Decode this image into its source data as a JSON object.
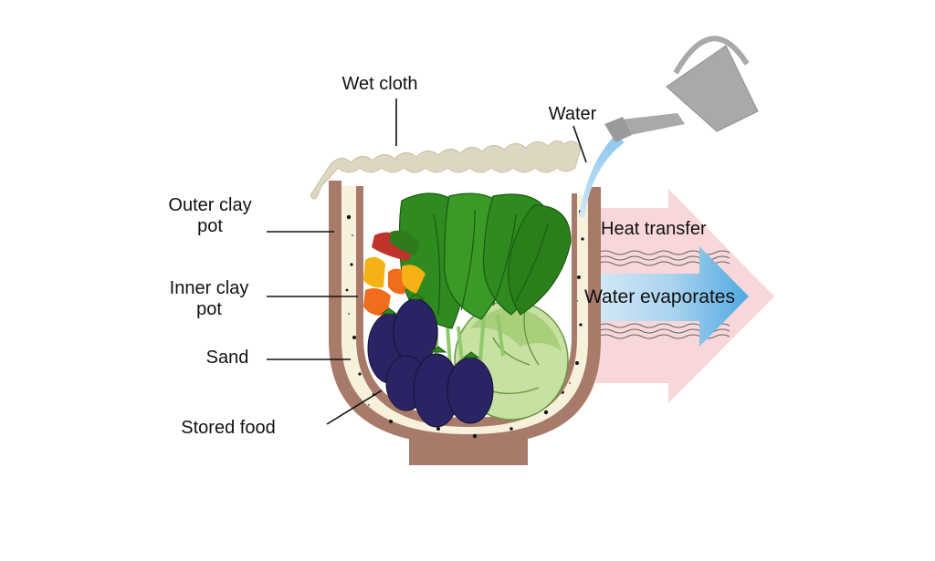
{
  "labels": {
    "wet_cloth": "Wet cloth",
    "water": "Water",
    "outer_clay_pot_line1": "Outer clay",
    "outer_clay_pot_line2": "pot",
    "inner_clay_pot_line1": "Inner clay",
    "inner_clay_pot_line2": "pot",
    "sand": "Sand",
    "stored_food": "Stored food",
    "heat_transfer": "Heat transfer",
    "water_evaporates": "Water evaporates"
  },
  "colors": {
    "clay": "#a87a6a",
    "sand": "#f7f1dc",
    "cloth": "#ddd7c2",
    "heat_arrow": "#f7d6d8",
    "evaporation_arrow_start": "#d9ecf8",
    "evaporation_arrow_end": "#58aee3",
    "eggplant": "#2b2464",
    "leaf_green": "#2f8a1f",
    "cabbage": "#b8d890",
    "watering_can": "#a9a9a9"
  }
}
